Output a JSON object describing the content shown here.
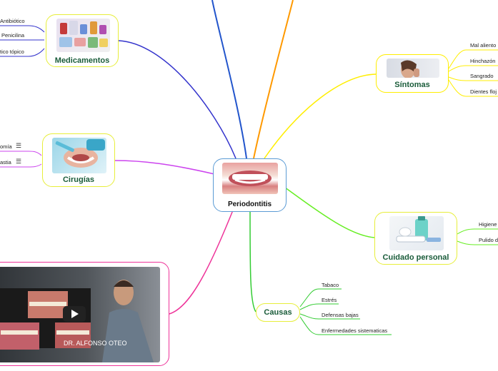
{
  "central": {
    "title": "Periodontitis"
  },
  "medicamentos": {
    "title": "Medicamentos",
    "items": [
      "Antibiótico",
      "Penicilina",
      "tico tópico"
    ]
  },
  "sintomas": {
    "title": "Síntomas",
    "items": [
      "Mal aliento",
      "Hinchazón",
      "Sangrado",
      "Dientes floj"
    ]
  },
  "cirugias": {
    "title": "Cirugías",
    "items": [
      "omía",
      "astia"
    ]
  },
  "cuidado": {
    "title": "Cuidado personal",
    "items": [
      "Higiene",
      "Pulido d"
    ]
  },
  "causas": {
    "title": "Causas",
    "items": [
      "Tabaco",
      "Estrés",
      "Defensas bajas",
      "Enfermedades sistematicas"
    ]
  },
  "video": {
    "caption": "DR. ALFONSO OTEO"
  },
  "colors": {
    "central": "#5b9bd5",
    "medicamentos": "#2a2ad0",
    "sintomas": "#ffee00",
    "cirugias": "#cc44ee",
    "cuidado": "#66ee22",
    "causas": "#33cc33",
    "video": "#ee3399",
    "top_blue": "#2255cc",
    "top_orange": "#ff9900"
  },
  "icons": {
    "video_play": "play-icon",
    "notes": "menu-icon"
  }
}
